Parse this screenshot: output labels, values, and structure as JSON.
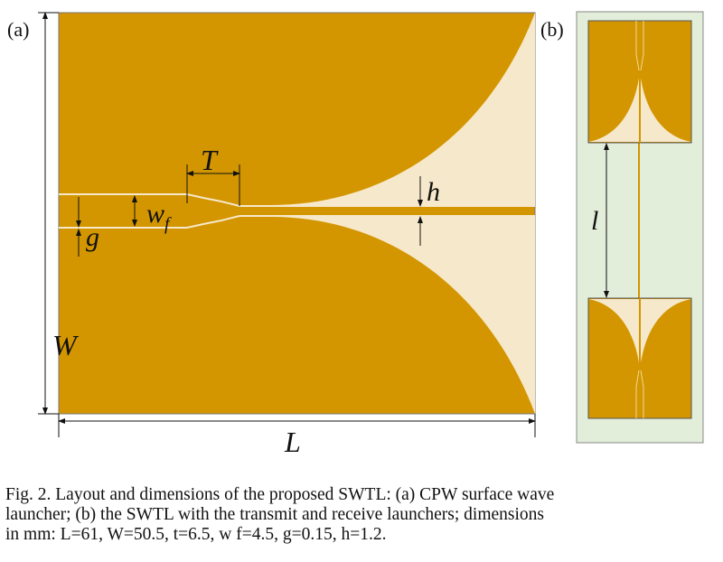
{
  "panels": {
    "a_label": "(a)",
    "b_label": "(b)"
  },
  "dimensions": {
    "W": "W",
    "L": "L",
    "T": "T",
    "h": "h",
    "g": "g",
    "wf_main": "w",
    "wf_sub": "f",
    "l": "l"
  },
  "colors": {
    "metal": "#D39600",
    "substrate_gap": "#F6E8CA",
    "board_b": "#E2EDDA",
    "outline": "#555555"
  },
  "caption": {
    "line1": "Fig. 2.  Layout and dimensions of the proposed SWTL: (a) CPW surface wave",
    "line2": "launcher; (b) the SWTL with the transmit and receive launchers; dimensions",
    "line3": "in mm: L=61, W=50.5, t=6.5, w f=4.5, g=0.15, h=1.2."
  }
}
